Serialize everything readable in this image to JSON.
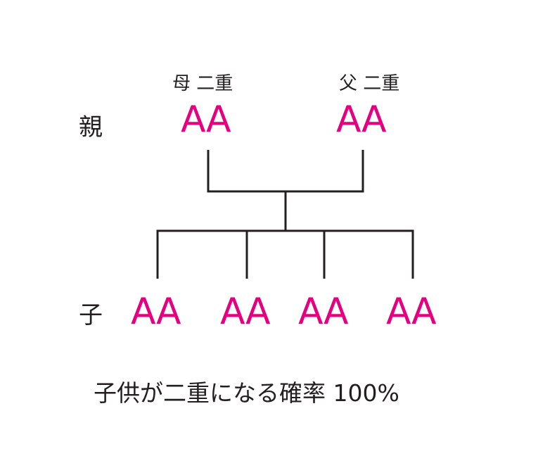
{
  "parents": {
    "row_label": "親",
    "mother": {
      "label": "母 二重",
      "genotype": "AA"
    },
    "father": {
      "label": "父 二重",
      "genotype": "AA"
    }
  },
  "children": {
    "row_label": "子",
    "genotypes": [
      "AA",
      "AA",
      "AA",
      "AA"
    ]
  },
  "caption": "子供が二重になる確率 100%",
  "colors": {
    "genotype": "#e5007f",
    "text": "#231f20",
    "lines": "#231f20"
  }
}
